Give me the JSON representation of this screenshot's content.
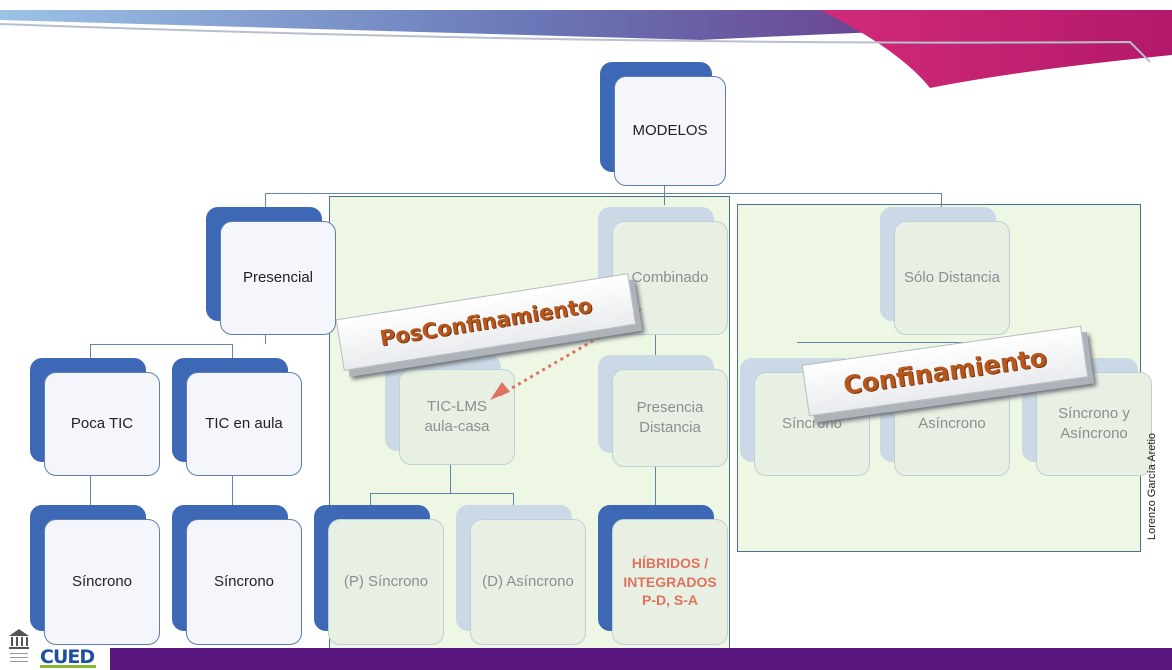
{
  "nodes": {
    "modelos": "MODELOS",
    "presencial": "Presencial",
    "combinado": "Combinado",
    "solo_distancia": "Sólo Distancia",
    "poca_tic": "Poca TIC",
    "tic_en_aula": "TIC en aula",
    "tic_lms_1": "TIC-LMS",
    "tic_lms_2": "aula-casa",
    "presencia_1": "Presencia",
    "presencia_2": "Distancia",
    "sincrono_a": "Síncrono",
    "asincrono_a": "Asíncrono",
    "sincrono_asincrono_1": "Síncrono y",
    "sincrono_asincrono_2": "Asíncrono",
    "sincrono_1": "Síncrono",
    "sincrono_2": "Síncrono",
    "p_sincrono": "(P) Síncrono",
    "d_asincrono": "(D) Asíncrono",
    "hibridos_1": "HÍBRIDOS /",
    "hibridos_2": "INTEGRADOS",
    "hibridos_3": "P-D, S-A"
  },
  "banners": {
    "posconfinamiento": "PosConfinamiento",
    "confinamiento": "Confinamiento"
  },
  "author": "Lorenzo García Aretio",
  "logos": {
    "cued": "CUED"
  },
  "colors": {
    "node_dark": "#3d68b5",
    "region_fill": "#eef7e3",
    "footer": "#5b1780",
    "banner_text": "#b5561d",
    "hibridos_text": "#e0735f"
  }
}
